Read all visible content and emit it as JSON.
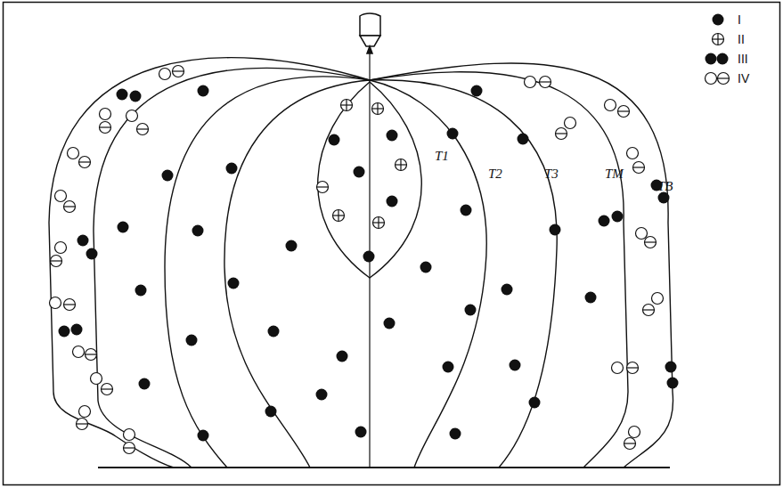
{
  "diagram": {
    "labels": [
      "T1",
      "T2",
      "T3",
      "TM",
      "TB"
    ],
    "legend": [
      {
        "text": "I"
      },
      {
        "text": "II"
      },
      {
        "text": "III"
      },
      {
        "text": "IV"
      }
    ]
  }
}
